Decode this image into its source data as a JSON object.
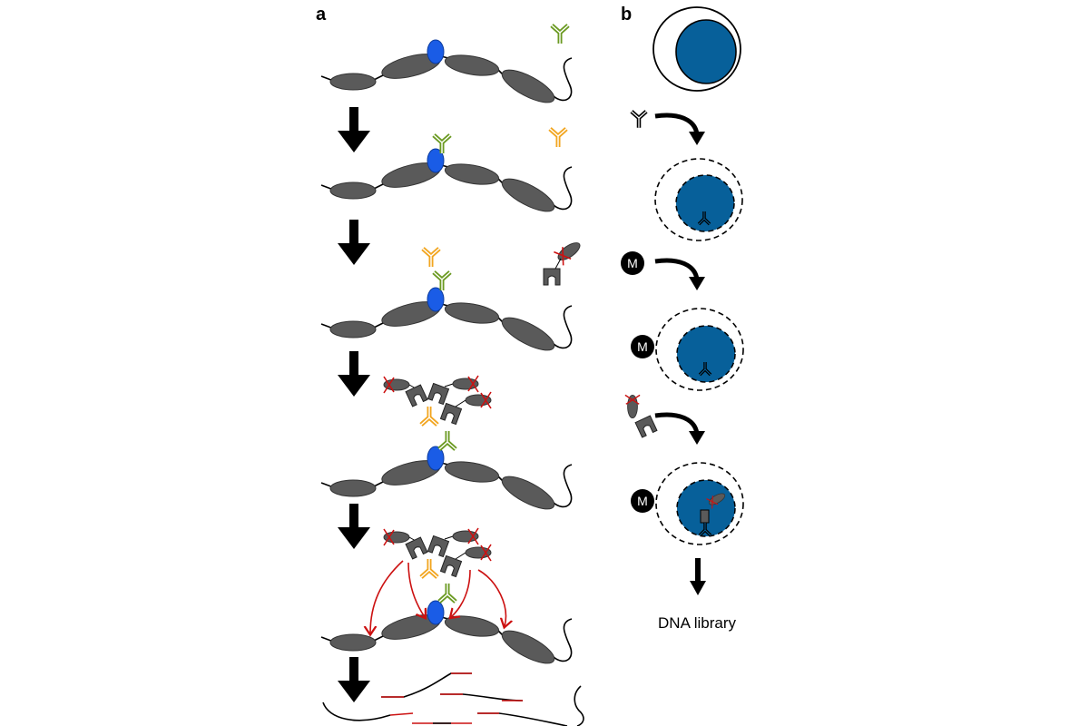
{
  "panels": {
    "a": {
      "label": "a"
    },
    "b": {
      "label": "b",
      "marker_label": "M",
      "output_label": "DNA library"
    }
  },
  "colors": {
    "nucleosome": "#5a5a5a",
    "target_protein": "#1a5ce6",
    "primary_antibody": "#6b9a22",
    "secondary_antibody": "#f2a51f",
    "tn5_adapter": "#cc1111",
    "cell_nucleus": "#07609a",
    "arrow": "#000000"
  }
}
